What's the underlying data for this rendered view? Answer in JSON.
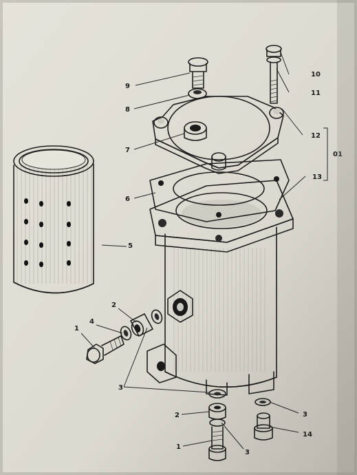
{
  "labels": {
    "l1a": "1",
    "l1b": "1",
    "l2a": "2",
    "l2b": "2",
    "l3a": "3",
    "l3b": "3",
    "l3c": "3",
    "l4": "4",
    "l5": "5",
    "l6": "6",
    "l7": "7",
    "l8": "8",
    "l9": "9",
    "l10": "10",
    "l11": "11",
    "l12": "12",
    "l13": "13",
    "l14": "14",
    "l01": "01"
  },
  "colors": {
    "paper": "#dcd9d0",
    "ink": "#1e1e1e",
    "shade": "#2a2a2a",
    "gasket": "#c9c6bd"
  },
  "icons": [
    "filter-housing",
    "filter-cartridge",
    "gasket",
    "cover-plate",
    "bolt",
    "washer",
    "union-nut",
    "plug"
  ]
}
